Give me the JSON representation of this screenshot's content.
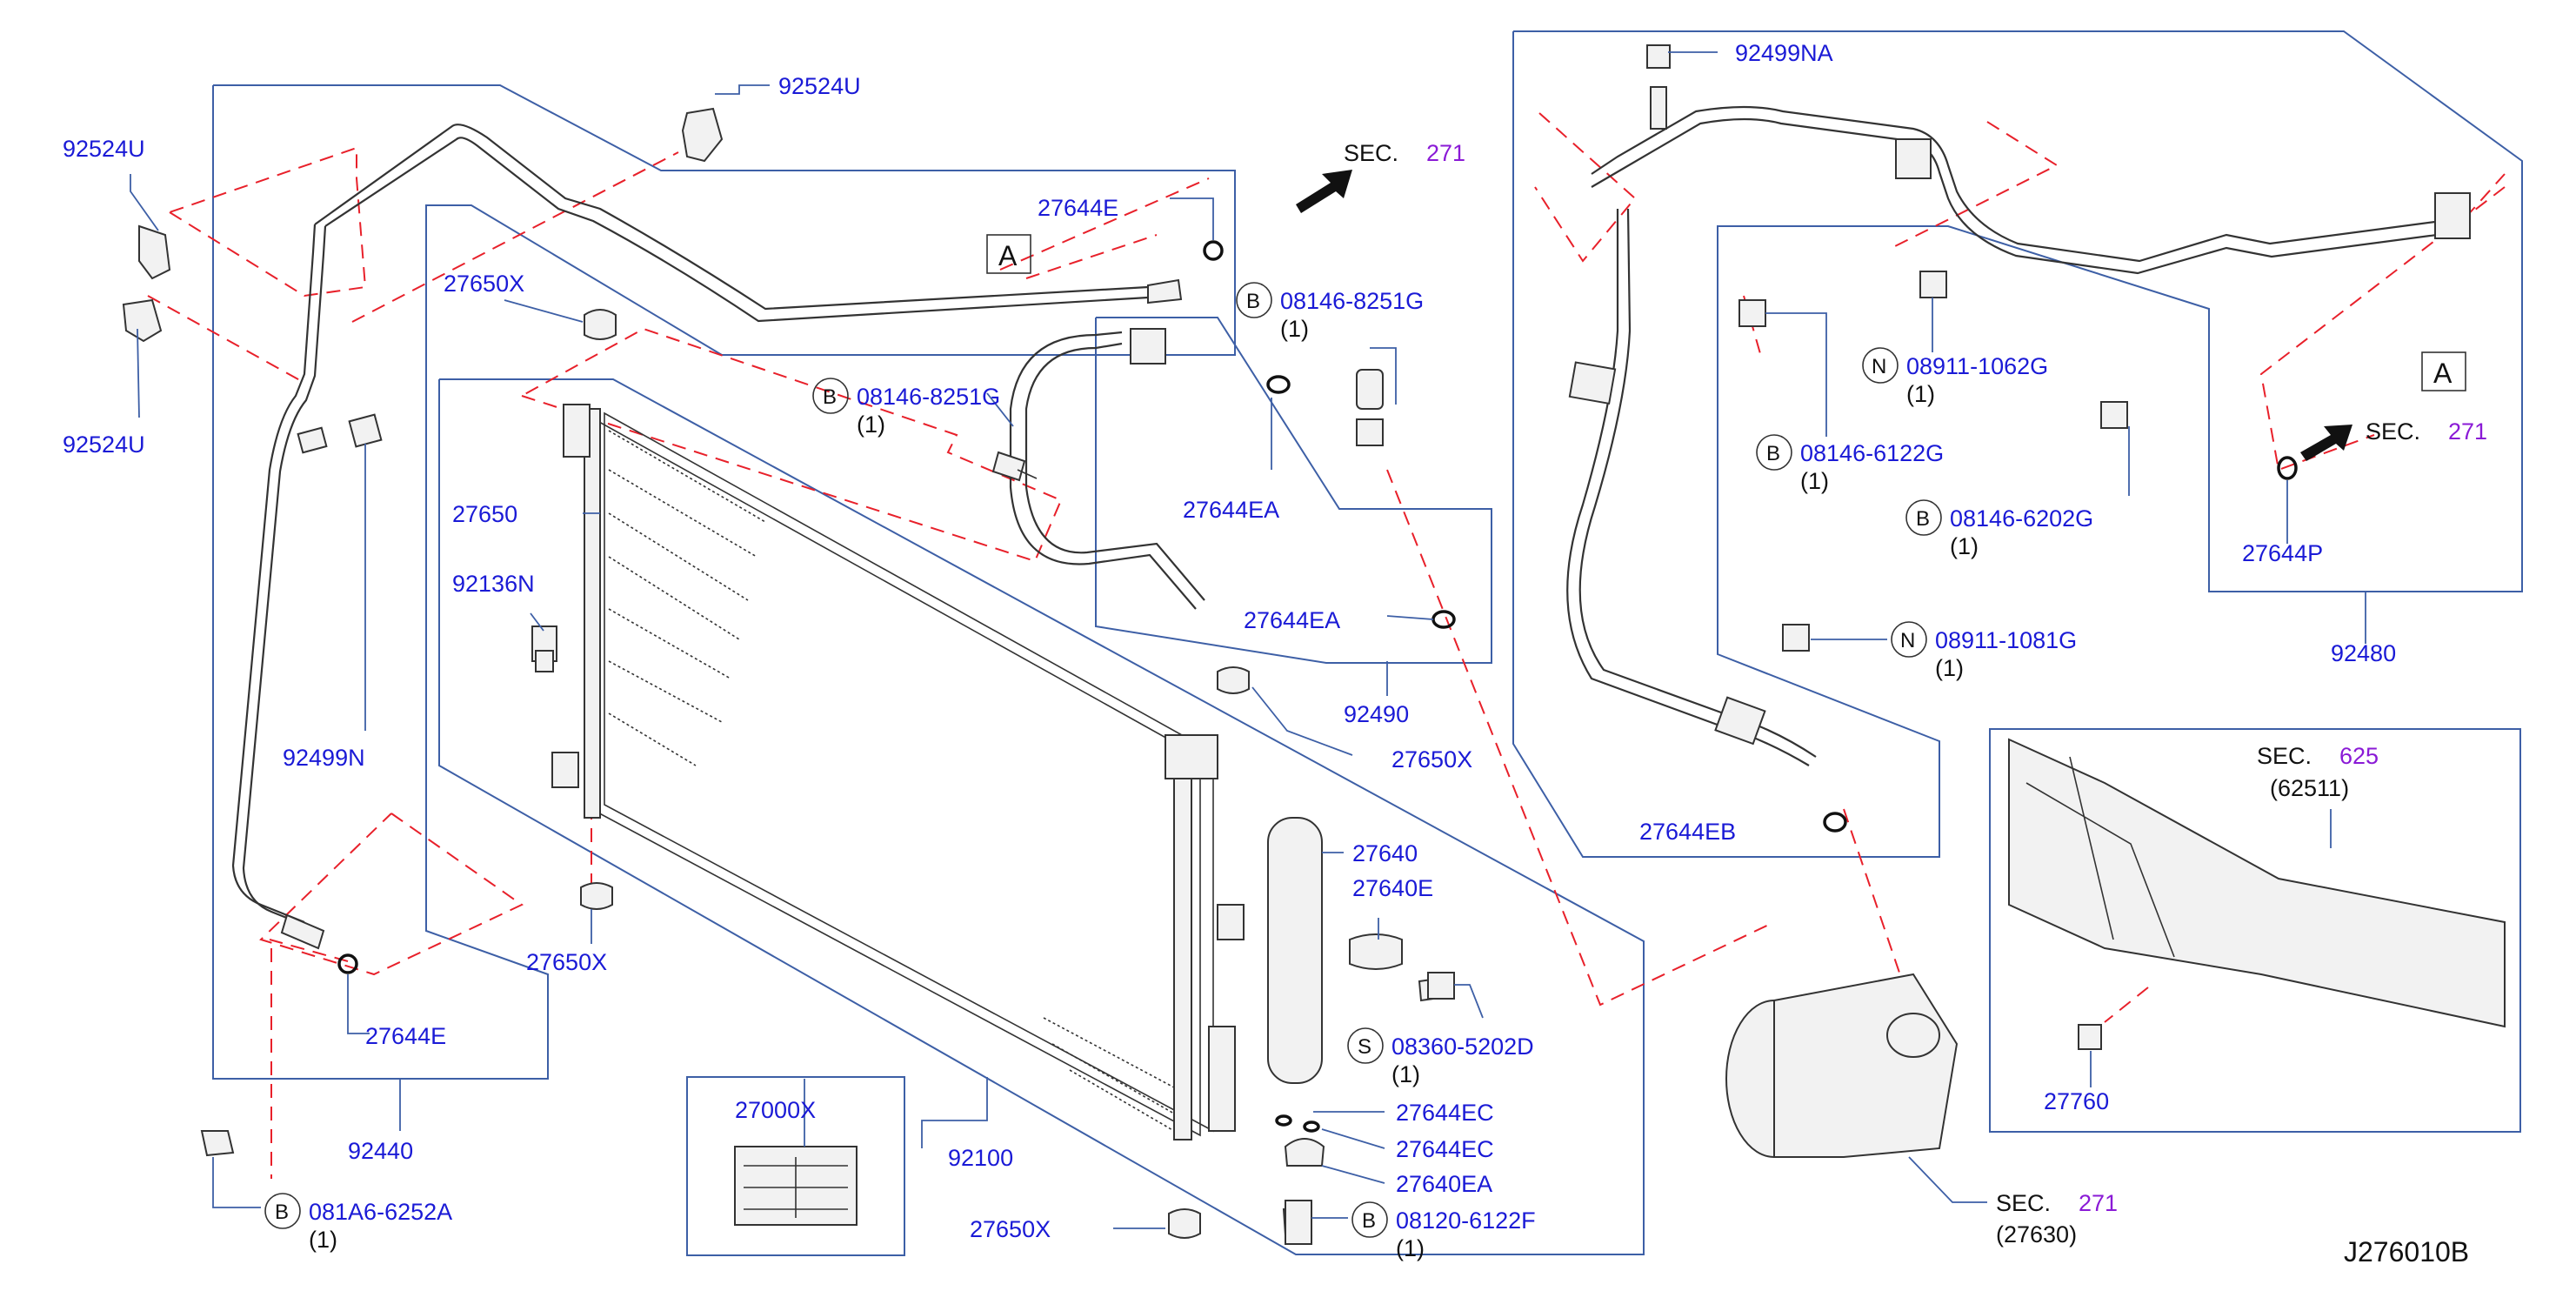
{
  "diagram_code": "J276010B",
  "labels": {
    "l92524U_top": "92524U",
    "l92524U_left": "92524U",
    "l92524U_bottom": "92524U",
    "l27650X_a": "27650X",
    "l27650": "27650",
    "l92136N": "92136N",
    "l92499N": "92499N",
    "l27650X_b": "27650X",
    "l27644E_a": "27644E",
    "l92440": "92440",
    "l081A6": "081A6-6252A",
    "q081A6": "(1)",
    "l27644E_b": "27644E",
    "l08146_8251G_a": "08146-8251G",
    "q08146_8251G_a": "(1)",
    "l08146_8251G_b": "08146-8251G",
    "q08146_8251G_b": "(1)",
    "l27644EA_a": "27644EA",
    "l27644EA_b": "27644EA",
    "l92490": "92490",
    "l27650X_c": "27650X",
    "l27640": "27640",
    "l27640E": "27640E",
    "l08360": "08360-5202D",
    "q08360": "(1)",
    "l27644EC_a": "27644EC",
    "l27644EC_b": "27644EC",
    "l27640EA": "27640EA",
    "l08120": "08120-6122F",
    "q08120": "(1)",
    "l27650X_d": "27650X",
    "l92100": "92100",
    "l27000X": "27000X",
    "l92499NA": "92499NA",
    "l08911_1062G": "08911-1062G",
    "q08911_1062G": "(1)",
    "l08146_6122G": "08146-6122G",
    "q08146_6122G": "(1)",
    "l08146_6202G": "08146-6202G",
    "q08146_6202G": "(1)",
    "l08911_1081G": "08911-1081G",
    "q08911_1081G": "(1)",
    "l27644EB": "27644EB",
    "l27644P": "27644P",
    "l92480": "92480",
    "l27760": "27760",
    "q62511": "(62511)",
    "q27630": "(27630)"
  },
  "sections": {
    "sec_top_word": "SEC.",
    "sec_top_num": "271",
    "sec_right_word": "SEC.",
    "sec_right_num": "271",
    "sec_625_word": "SEC.",
    "sec_625_num": "625",
    "sec_bottom_word": "SEC.",
    "sec_bottom_num": "271"
  },
  "markers": {
    "ref_a_left": "A",
    "ref_a_right": "A",
    "bolt_b": "B",
    "nut_n": "N",
    "screw_s": "S"
  },
  "colors": {
    "label": "#1a1ad6",
    "section_number": "#8a1ad6",
    "boundary_line": "#3d5fa6",
    "dashed_line": "#e8202a"
  }
}
